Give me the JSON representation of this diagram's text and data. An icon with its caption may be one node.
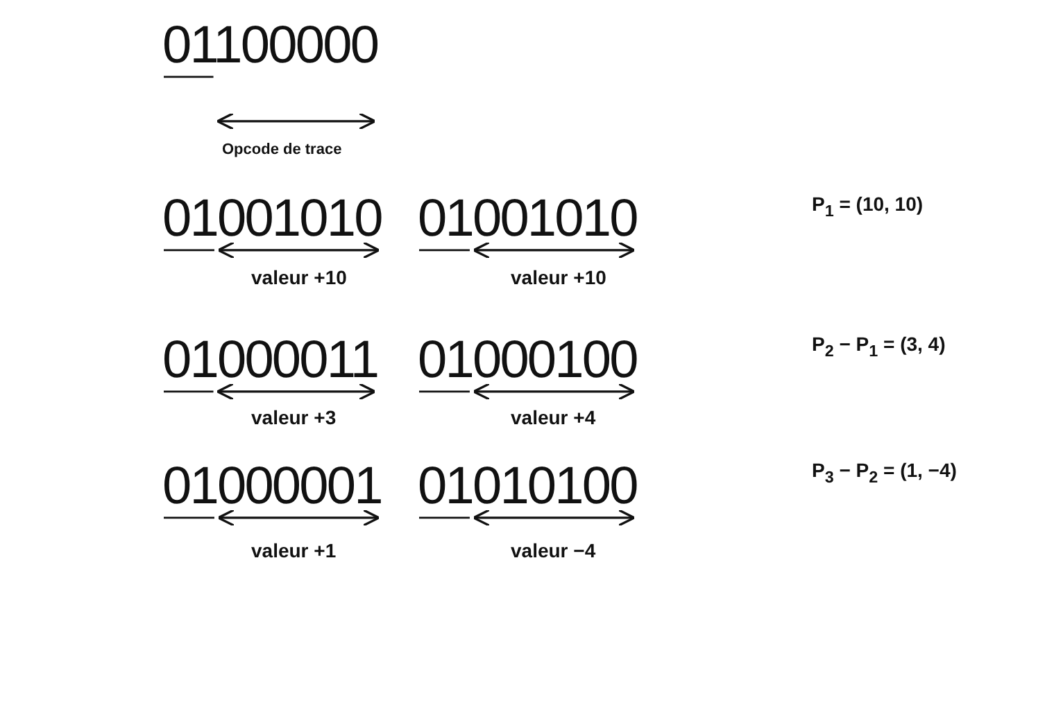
{
  "diagram": {
    "labels": [
      "01100000",
      "Opcode de trace",
      "01001010",
      "01001010",
      "P$_{1}$ = (10, 10)",
      "valeur +10",
      "valeur +10",
      "01000011",
      "01000100",
      "P$_{2}$ − P$_{1}$ = (3, 4)",
      "valeur +3",
      "valeur +4",
      "01000001",
      "01010100",
      "P$_{3}$ − P$_{2}$ = (1, −4)",
      "valeur +1",
      "valeur −4"
    ]
  }
}
